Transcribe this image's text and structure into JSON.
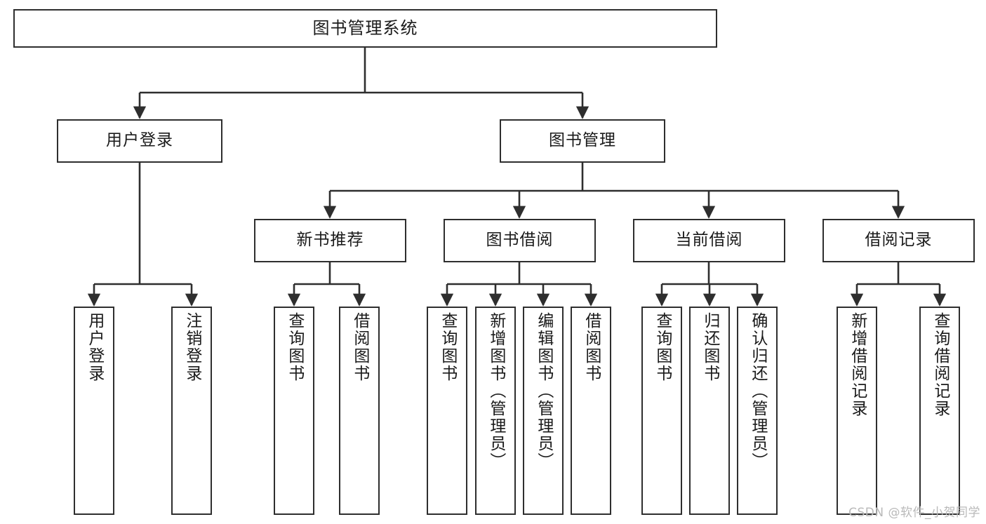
{
  "diagram": {
    "type": "tree",
    "title": "图书管理系统",
    "orientation": "top-down",
    "line_color": "#2e2e2e",
    "box_fill": "#ffffff",
    "text_color": "#1a1a1a"
  },
  "root": {
    "label": "图书管理系统"
  },
  "level2": [
    {
      "label": "用户登录"
    },
    {
      "label": "图书管理"
    }
  ],
  "level3": [
    {
      "label": "新书推荐"
    },
    {
      "label": "图书借阅"
    },
    {
      "label": "当前借阅"
    },
    {
      "label": "借阅记录"
    }
  ],
  "leaves": {
    "user_login": [
      {
        "label": "用户登录"
      },
      {
        "label": "注销登录"
      }
    ],
    "new_book_recommend": [
      {
        "label": "查询图书"
      },
      {
        "label": "借阅图书"
      }
    ],
    "book_borrow": [
      {
        "label": "查询图书"
      },
      {
        "label": "新增图书（管理员）"
      },
      {
        "label": "编辑图书（管理员）"
      },
      {
        "label": "借阅图书"
      }
    ],
    "current_borrow": [
      {
        "label": "查询图书"
      },
      {
        "label": "归还图书"
      },
      {
        "label": "确认归还（管理员）"
      }
    ],
    "borrow_record": [
      {
        "label": "新增借阅记录"
      },
      {
        "label": "查询借阅记录"
      }
    ]
  },
  "watermark": {
    "text": "CSDN @软件_小贺同学"
  }
}
